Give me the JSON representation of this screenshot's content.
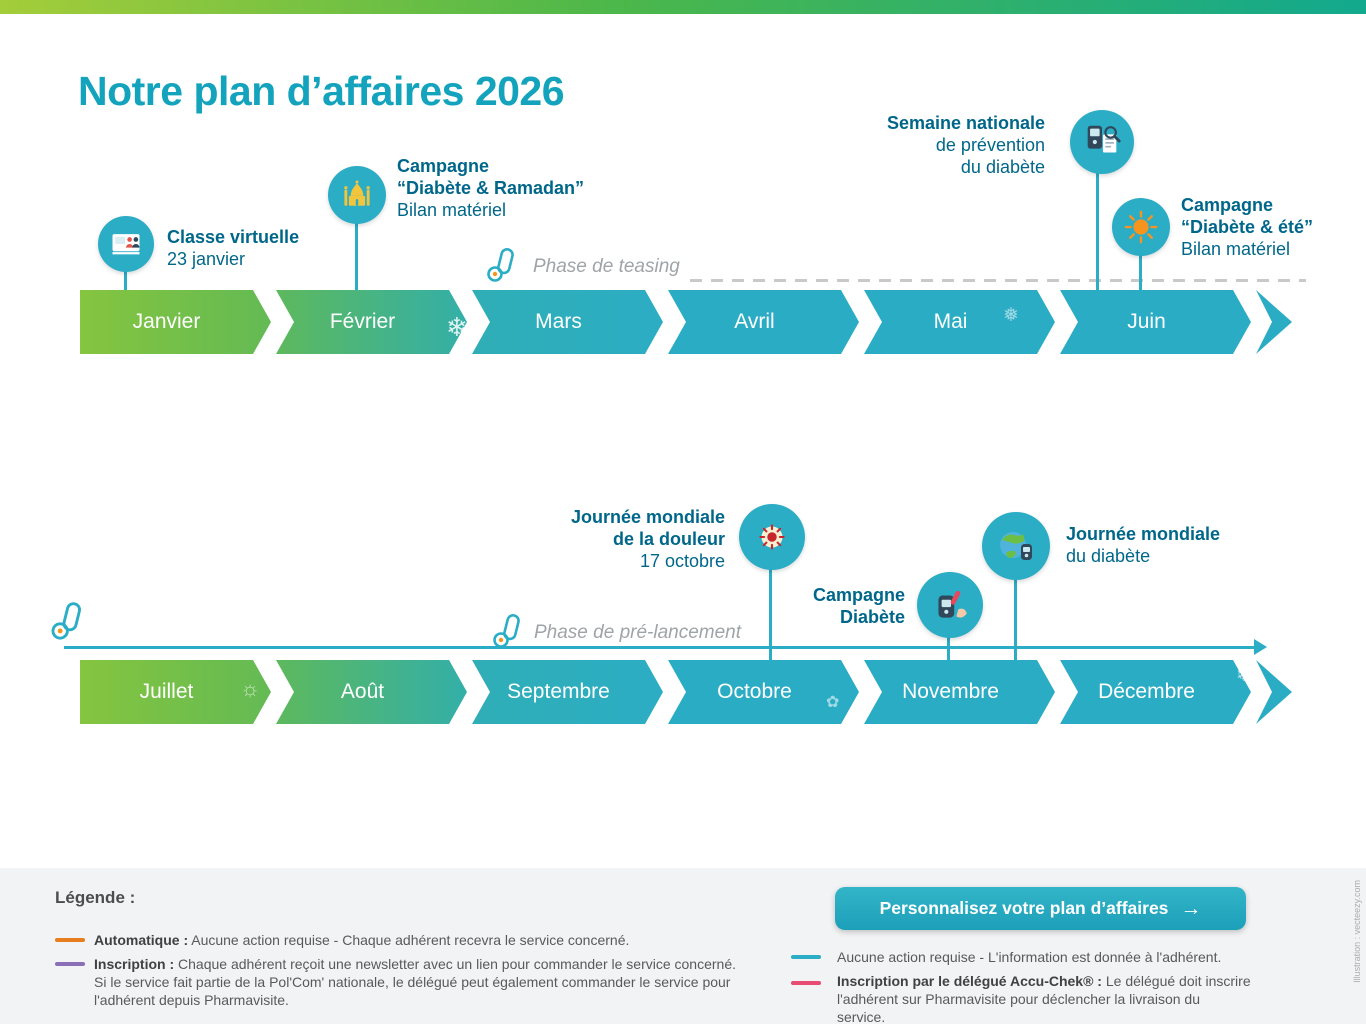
{
  "page": {
    "title": "Notre plan d’affaires 2026",
    "credit": "Illustration : vecteezy.com"
  },
  "decor": {
    "snowflake": "❄",
    "snowflake_small": "❅",
    "sun": "☼",
    "leaf": "✿"
  },
  "timeline1": {
    "months": [
      "Janvier",
      "Février",
      "Mars",
      "Avril",
      "Mai",
      "Juin"
    ],
    "phase_label": "Phase de teasing",
    "events": {
      "classe": {
        "title": "Classe virtuelle",
        "date": "23 janvier"
      },
      "ramadan": {
        "line1": "Campagne",
        "line2": "“Diabète & Ramadan”",
        "line3": "Bilan matériel"
      },
      "semaine": {
        "line1": "Semaine nationale",
        "line2": "de prévention",
        "line3": "du diabète"
      },
      "ete": {
        "line1": "Campagne",
        "line2": "“Diabète & été”",
        "line3": "Bilan matériel"
      }
    }
  },
  "timeline2": {
    "months": [
      "Juillet",
      "Août",
      "Septembre",
      "Octobre",
      "Novembre",
      "Décembre"
    ],
    "phase_label": "Phase de pré-lancement",
    "events": {
      "douleur": {
        "line1": "Journée mondiale",
        "line2": "de la douleur",
        "line3": "17 octobre"
      },
      "campagne": {
        "line1": "Campagne",
        "line2": "Diabète"
      },
      "mondiale": {
        "line1": "Journée mondiale",
        "line2": "du diabète"
      }
    }
  },
  "legend": {
    "heading": "Légende :",
    "left": [
      {
        "color": "#E87D1E",
        "label": "Automatique :",
        "text": "Aucune action requise - Chaque adhérent recevra le service concerné."
      },
      {
        "color": "#8A6FB8",
        "label": "Inscription :",
        "text": "Chaque adhérent reçoit une newsletter avec un lien pour commander le service concerné. Si le service fait partie de la Pol'Com' nationale, le délégué peut également commander le service pour l'adhérent depuis Pharmavisite."
      }
    ],
    "right": [
      {
        "color": "#2BADC6",
        "label": "",
        "text": "Aucune action requise - L'information est donnée à l'adhérent."
      },
      {
        "color": "#E84C72",
        "label": "Inscription par le délégué Accu-Chek® :",
        "text": "Le délégué doit inscrire l'adhérent sur Pharmavisite pour déclencher la livraison du service."
      }
    ],
    "cta_label": "Personnalisez votre plan d’affaires",
    "cta_arrow": "→"
  },
  "colors": {
    "title_teal": "#14A3BD",
    "timeline_teal": "#2BACC5",
    "timeline_green": "#7BC142",
    "event_text": "#00678A",
    "orange": "#E87D1E",
    "purple": "#8A6FB8",
    "pink": "#E84C72"
  }
}
